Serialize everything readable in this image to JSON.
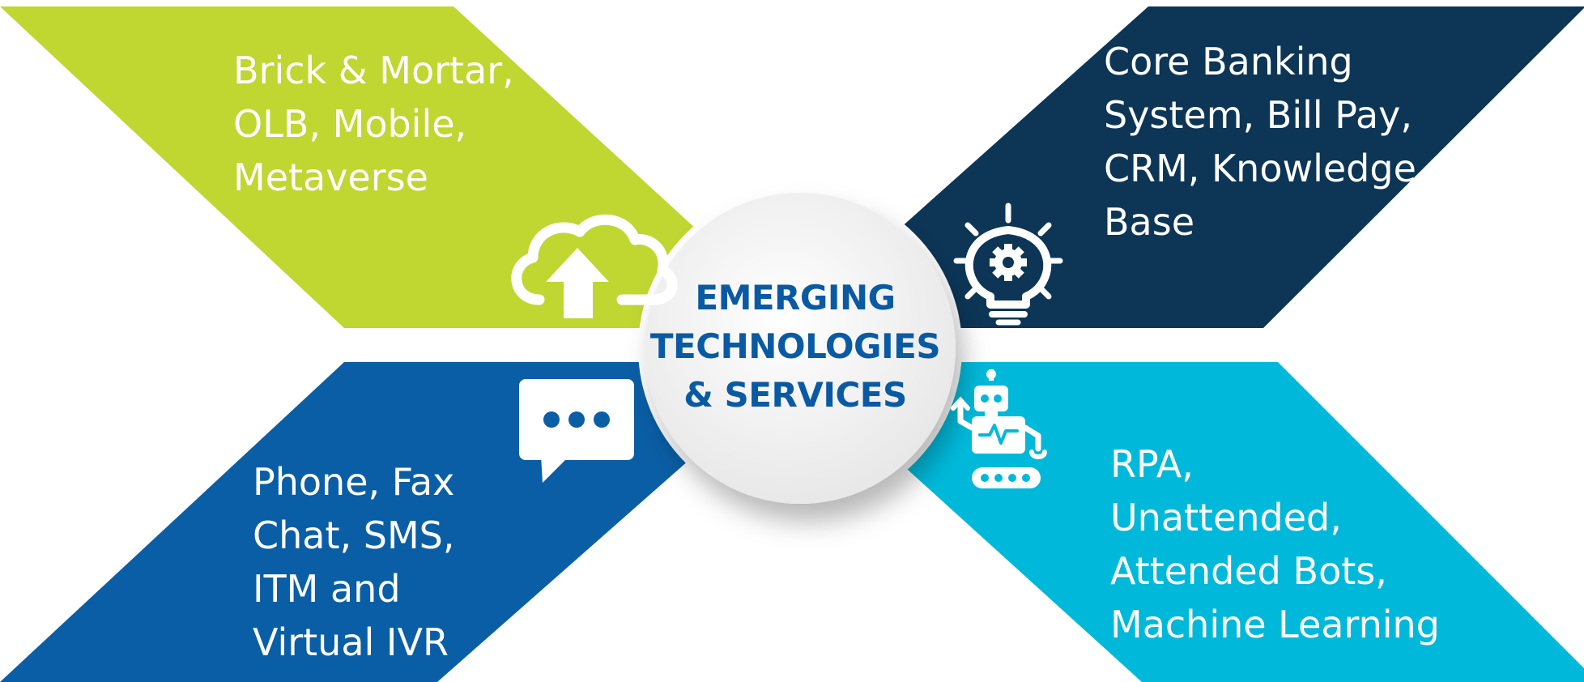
{
  "center": {
    "title_lines": [
      "EMERGING",
      "TECHNOLOGIES",
      "& SERVICES"
    ]
  },
  "quadrants": [
    {
      "id": "top-left",
      "color": "#c0d631",
      "icon": "cloud-upload-icon",
      "lines": [
        "Brick & Mortar,",
        "OLB, Mobile,",
        "Metaverse"
      ]
    },
    {
      "id": "top-right",
      "color": "#0c3556",
      "icon": "lightbulb-gear-icon",
      "lines": [
        "Core Banking",
        "System, Bill Pay,",
        "CRM, Knowledge",
        "Base"
      ]
    },
    {
      "id": "bottom-left",
      "color": "#0a5ea5",
      "icon": "chat-bubble-icon",
      "lines": [
        "Phone, Fax",
        "Chat, SMS,",
        "ITM and",
        "Virtual IVR"
      ]
    },
    {
      "id": "bottom-right",
      "color": "#00b9da",
      "icon": "robot-icon",
      "lines": [
        "RPA,",
        "Unattended,",
        "Attended Bots,",
        "Machine Learning"
      ]
    }
  ],
  "colors": {
    "center_text": "#0a5aa3",
    "center_fill": "#eeeeee"
  }
}
